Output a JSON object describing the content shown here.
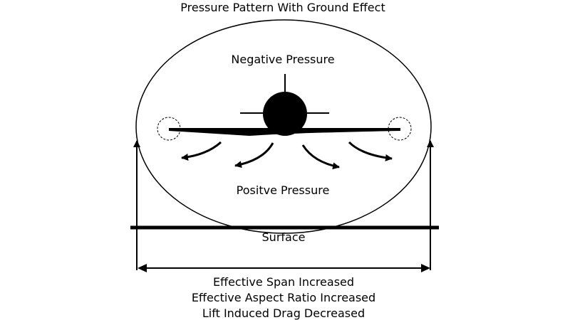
{
  "diagram": {
    "title": "Pressure Pattern With Ground Effect",
    "negative_pressure_label": "Negative Pressure",
    "positive_pressure_label": "Positve Pressure",
    "surface_label": "Surface",
    "effects": [
      "Effective Span Increased",
      "Effective Aspect Ratio Increased",
      "Lift Induced Drag Decreased"
    ],
    "colors": {
      "ink": "#000000",
      "background": "#ffffff"
    }
  }
}
